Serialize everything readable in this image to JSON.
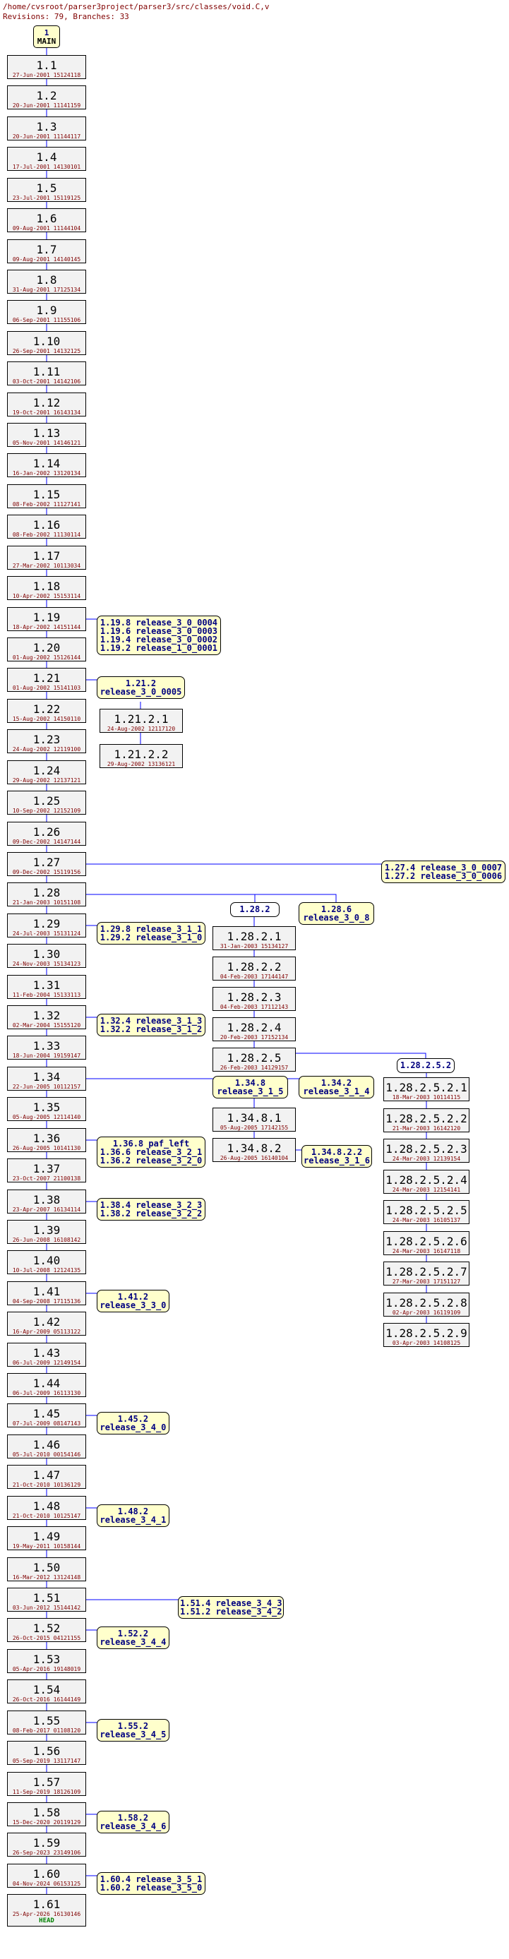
{
  "header": {
    "path": "/home/cvsroot/parser3project/parser3/src/classes/void.C,v",
    "stats": "Revisions: 79, Branches: 33"
  },
  "top": {
    "num": "1",
    "label": "MAIN"
  },
  "colors": {
    "rev_bg": "#f2f2f2",
    "tag_bg": "#ffffcc",
    "date": "#800000",
    "tag_text": "#000080",
    "line": "#0000ff",
    "head": "#008000"
  },
  "trunk": [
    {
      "rev": "1.1",
      "date": "27-Jun-2001 15124118"
    },
    {
      "rev": "1.2",
      "date": "20-Jun-2001 11141159"
    },
    {
      "rev": "1.3",
      "date": "20-Jun-2001 11144117"
    },
    {
      "rev": "1.4",
      "date": "17-Jul-2001 14130101"
    },
    {
      "rev": "1.5",
      "date": "23-Jul-2001 15119125"
    },
    {
      "rev": "1.6",
      "date": "09-Aug-2001 11144104"
    },
    {
      "rev": "1.7",
      "date": "09-Aug-2001 14140145"
    },
    {
      "rev": "1.8",
      "date": "31-Aug-2001 17125134"
    },
    {
      "rev": "1.9",
      "date": "06-Sep-2001 11155106"
    },
    {
      "rev": "1.10",
      "date": "26-Sep-2001 14132125"
    },
    {
      "rev": "1.11",
      "date": "03-Oct-2001 14142106"
    },
    {
      "rev": "1.12",
      "date": "19-Oct-2001 16143134"
    },
    {
      "rev": "1.13",
      "date": "05-Nov-2001 14146121"
    },
    {
      "rev": "1.14",
      "date": "16-Jan-2002 13120134"
    },
    {
      "rev": "1.15",
      "date": "08-Feb-2002 11127141"
    },
    {
      "rev": "1.16",
      "date": "08-Feb-2002 11130114"
    },
    {
      "rev": "1.17",
      "date": "27-Mar-2002 10113034"
    },
    {
      "rev": "1.18",
      "date": "10-Apr-2002 15153114"
    },
    {
      "rev": "1.19",
      "date": "18-Apr-2002 14151144"
    },
    {
      "rev": "1.20",
      "date": "01-Aug-2002 15126144"
    },
    {
      "rev": "1.21",
      "date": "01-Aug-2002 15141103"
    },
    {
      "rev": "1.22",
      "date": "15-Aug-2002 14150110"
    },
    {
      "rev": "1.23",
      "date": "24-Aug-2002 12119100"
    },
    {
      "rev": "1.24",
      "date": "29-Aug-2002 12137121"
    },
    {
      "rev": "1.25",
      "date": "10-Sep-2002 12152109"
    },
    {
      "rev": "1.26",
      "date": "09-Dec-2002 14147144"
    },
    {
      "rev": "1.27",
      "date": "09-Dec-2002 15119156"
    },
    {
      "rev": "1.28",
      "date": "21-Jan-2003 10151108"
    },
    {
      "rev": "1.29",
      "date": "24-Jul-2003 15131124"
    },
    {
      "rev": "1.30",
      "date": "24-Nov-2003 15134123"
    },
    {
      "rev": "1.31",
      "date": "11-Feb-2004 15133113"
    },
    {
      "rev": "1.32",
      "date": "02-Mar-2004 15155120"
    },
    {
      "rev": "1.33",
      "date": "18-Jun-2004 19159147"
    },
    {
      "rev": "1.34",
      "date": "22-Jun-2005 10112157"
    },
    {
      "rev": "1.35",
      "date": "05-Aug-2005 12114140"
    },
    {
      "rev": "1.36",
      "date": "26-Aug-2005 10141130"
    },
    {
      "rev": "1.37",
      "date": "23-Oct-2007 21100138"
    },
    {
      "rev": "1.38",
      "date": "23-Apr-2007 16134114"
    },
    {
      "rev": "1.39",
      "date": "26-Jun-2008 16108142"
    },
    {
      "rev": "1.40",
      "date": "10-Jul-2008 12124135"
    },
    {
      "rev": "1.41",
      "date": "04-Sep-2008 17115136"
    },
    {
      "rev": "1.42",
      "date": "16-Apr-2009 05113122"
    },
    {
      "rev": "1.43",
      "date": "06-Jul-2009 12149154"
    },
    {
      "rev": "1.44",
      "date": "06-Jul-2009 16113130"
    },
    {
      "rev": "1.45",
      "date": "07-Jul-2009 08147143"
    },
    {
      "rev": "1.46",
      "date": "05-Jul-2010 00154146"
    },
    {
      "rev": "1.47",
      "date": "21-Oct-2010 10136129"
    },
    {
      "rev": "1.48",
      "date": "21-Oct-2010 10125147"
    },
    {
      "rev": "1.49",
      "date": "19-May-2011 10158144"
    },
    {
      "rev": "1.50",
      "date": "16-Mar-2012 13124148"
    },
    {
      "rev": "1.51",
      "date": "03-Jun-2012 15144142"
    },
    {
      "rev": "1.52",
      "date": "26-Oct-2015 04121155"
    },
    {
      "rev": "1.53",
      "date": "05-Apr-2016 19148019"
    },
    {
      "rev": "1.54",
      "date": "26-Oct-2016 16144149"
    },
    {
      "rev": "1.55",
      "date": "08-Feb-2017 01108120"
    },
    {
      "rev": "1.56",
      "date": "05-Sep-2019 13117147"
    },
    {
      "rev": "1.57",
      "date": "11-Sep-2019 18126109"
    },
    {
      "rev": "1.58",
      "date": "15-Dec-2020 20119129"
    },
    {
      "rev": "1.59",
      "date": "26-Sep-2023 23149106"
    },
    {
      "rev": "1.60",
      "date": "04-Nov-2024 06153125"
    },
    {
      "rev": "1.61",
      "date": "25-Apr-2026 16130146",
      "head": "HEAD"
    }
  ],
  "tags": [
    {
      "at": "1.19",
      "lines": [
        "1.19.8 release_3_0_0004",
        "1.19.6 release_3_0_0003",
        "1.19.4 release_3_0_0002",
        "1.19.2 release_1_0_0001"
      ]
    },
    {
      "at": "1.29",
      "lines": [
        "1.29.8 release_3_1_1",
        "1.29.2 release_3_1_0"
      ]
    },
    {
      "at": "1.32",
      "lines": [
        "1.32.4 release_3_1_3",
        "1.32.2 release_3_1_2"
      ]
    },
    {
      "at": "1.36",
      "lines": [
        "1.36.8 paf_left",
        "1.36.6 release_3_2_1",
        "1.36.2 release_3_2_0"
      ]
    },
    {
      "at": "1.38",
      "lines": [
        "1.38.4 release_3_2_3",
        "1.38.2 release_3_2_2"
      ]
    },
    {
      "at": "1.41",
      "lines": [
        "1.41.2",
        "release_3_3_0"
      ]
    },
    {
      "at": "1.45",
      "lines": [
        "1.45.2",
        "release_3_4_0"
      ]
    },
    {
      "at": "1.48",
      "lines": [
        "1.48.2",
        "release_3_4_1"
      ]
    },
    {
      "at": "1.52",
      "lines": [
        "1.52.2",
        "release_3_4_4"
      ]
    },
    {
      "at": "1.55",
      "lines": [
        "1.55.2",
        "release_3_4_5"
      ]
    },
    {
      "at": "1.58",
      "lines": [
        "1.58.2",
        "release_3_4_6"
      ]
    },
    {
      "at": "1.60",
      "lines": [
        "1.60.4 release_3_5_1",
        "1.60.2 release_3_5_0"
      ]
    }
  ],
  "branch_121": {
    "tag": [
      "1.21.2",
      "release_3_0_0005"
    ],
    "revs": [
      {
        "rev": "1.21.2.1",
        "date": "24-Aug-2002 12117120"
      },
      {
        "rev": "1.21.2.2",
        "date": "29-Aug-2002 13136121"
      }
    ]
  },
  "tag_127": [
    "1.27.4 release_3_0_0007",
    "1.27.2 release_3_0_0006"
  ],
  "tag_151": [
    "1.51.4 release_3_4_3",
    "1.51.2 release_3_4_2"
  ],
  "branch_128": {
    "label": "1.28.2",
    "revs": [
      {
        "rev": "1.28.2.1",
        "date": "31-Jan-2003 15134127"
      },
      {
        "rev": "1.28.2.2",
        "date": "04-Feb-2003 17144147"
      },
      {
        "rev": "1.28.2.3",
        "date": "04-Feb-2003 17112143"
      },
      {
        "rev": "1.28.2.4",
        "date": "20-Feb-2003 17152134"
      },
      {
        "rev": "1.28.2.5",
        "date": "26-Feb-2003 14129157"
      }
    ]
  },
  "tag_1286": [
    "1.28.6",
    "release_3_0_8"
  ],
  "branch_134": {
    "tag1": [
      "1.34.8",
      "release_3_1_5"
    ],
    "tag2": [
      "1.34.2",
      "release_3_1_4"
    ],
    "revs": [
      {
        "rev": "1.34.8.1",
        "date": "05-Aug-2005 17142155"
      },
      {
        "rev": "1.34.8.2",
        "date": "26-Aug-2005 16140104"
      }
    ],
    "tag3": [
      "1.34.8.2.2",
      "release_3_1_6"
    ]
  },
  "branch_12825": {
    "label": "1.28.2.5.2",
    "revs": [
      {
        "rev": "1.28.2.5.2.1",
        "date": "18-Mar-2003 10114115"
      },
      {
        "rev": "1.28.2.5.2.2",
        "date": "21-Mar-2003 16142120"
      },
      {
        "rev": "1.28.2.5.2.3",
        "date": "24-Mar-2003 12139154"
      },
      {
        "rev": "1.28.2.5.2.4",
        "date": "24-Mar-2003 12154141"
      },
      {
        "rev": "1.28.2.5.2.5",
        "date": "24-Mar-2003 16105137"
      },
      {
        "rev": "1.28.2.5.2.6",
        "date": "24-Mar-2003 16147118"
      },
      {
        "rev": "1.28.2.5.2.7",
        "date": "27-Mar-2003 17151127"
      },
      {
        "rev": "1.28.2.5.2.8",
        "date": "02-Apr-2003 16119109"
      },
      {
        "rev": "1.28.2.5.2.9",
        "date": "03-Apr-2003 14108125"
      }
    ]
  }
}
